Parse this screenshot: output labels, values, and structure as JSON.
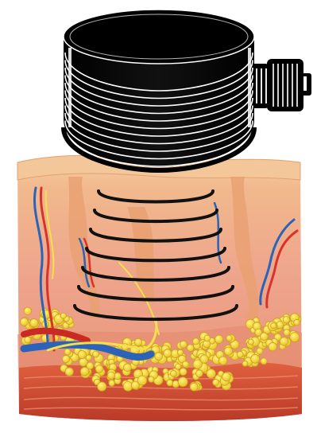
{
  "diagram": {
    "subject": "device-head-over-skin-cross-section",
    "components": [
      {
        "name": "device-head-icon",
        "role": "cylindrical ridged applicator"
      },
      {
        "name": "cable-connector-icon",
        "role": "side connector"
      },
      {
        "name": "skin-block",
        "role": "skin tissue cross-section"
      },
      {
        "name": "energy-waves",
        "role": "concentric arcs emitted into tissue",
        "count": 7
      }
    ],
    "colors": {
      "device": "#000000",
      "device_highlight": "#ffffff",
      "epidermis": "#f3c79a",
      "dermis": "#eea98e",
      "dermis_deep": "#e88f79",
      "fat": "#f2d23a",
      "fat_outline": "#c9a21e",
      "muscle": "#d9523a",
      "vein": "#2a63b8",
      "artery": "#d7332b",
      "nerve": "#f3e04a",
      "wave": "#111111"
    }
  }
}
